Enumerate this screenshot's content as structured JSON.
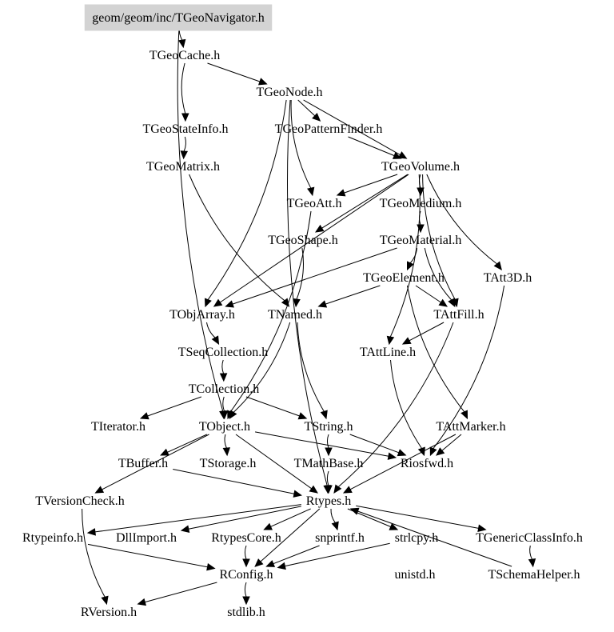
{
  "diagram": {
    "root": "geom/geom/inc/TGeoNavigator.h",
    "nodes": [
      {
        "id": "navigator",
        "label": "geom/geom/inc/TGeoNavigator.h"
      },
      {
        "id": "cache",
        "label": "TGeoCache.h"
      },
      {
        "id": "node",
        "label": "TGeoNode.h"
      },
      {
        "id": "stateinfo",
        "label": "TGeoStateInfo.h"
      },
      {
        "id": "patternfinder",
        "label": "TGeoPatternFinder.h"
      },
      {
        "id": "matrix",
        "label": "TGeoMatrix.h"
      },
      {
        "id": "volume",
        "label": "TGeoVolume.h"
      },
      {
        "id": "att",
        "label": "TGeoAtt.h"
      },
      {
        "id": "medium",
        "label": "TGeoMedium.h"
      },
      {
        "id": "shape",
        "label": "TGeoShape.h"
      },
      {
        "id": "material",
        "label": "TGeoMaterial.h"
      },
      {
        "id": "element",
        "label": "TGeoElement.h"
      },
      {
        "id": "att3d",
        "label": "TAtt3D.h"
      },
      {
        "id": "objarray",
        "label": "TObjArray.h"
      },
      {
        "id": "named",
        "label": "TNamed.h"
      },
      {
        "id": "attfill",
        "label": "TAttFill.h"
      },
      {
        "id": "seqcoll",
        "label": "TSeqCollection.h"
      },
      {
        "id": "attline",
        "label": "TAttLine.h"
      },
      {
        "id": "collection",
        "label": "TCollection.h"
      },
      {
        "id": "iterator",
        "label": "TIterator.h"
      },
      {
        "id": "object",
        "label": "TObject.h"
      },
      {
        "id": "string",
        "label": "TString.h"
      },
      {
        "id": "attmarker",
        "label": "TAttMarker.h"
      },
      {
        "id": "buffer",
        "label": "TBuffer.h"
      },
      {
        "id": "storage",
        "label": "TStorage.h"
      },
      {
        "id": "mathbase",
        "label": "TMathBase.h"
      },
      {
        "id": "riosfwd",
        "label": "Riosfwd.h"
      },
      {
        "id": "versioncheck",
        "label": "TVersionCheck.h"
      },
      {
        "id": "rtypes",
        "label": "Rtypes.h"
      },
      {
        "id": "rtypeinfo",
        "label": "Rtypeinfo.h"
      },
      {
        "id": "dllimport",
        "label": "DllImport.h"
      },
      {
        "id": "rtypescore",
        "label": "RtypesCore.h"
      },
      {
        "id": "snprintf",
        "label": "snprintf.h"
      },
      {
        "id": "strlcpy",
        "label": "strlcpy.h"
      },
      {
        "id": "genericclassinfo",
        "label": "TGenericClassInfo.h"
      },
      {
        "id": "rconfig",
        "label": "RConfig.h"
      },
      {
        "id": "unistd",
        "label": "unistd.h"
      },
      {
        "id": "schemahelper",
        "label": "TSchemaHelper.h"
      },
      {
        "id": "rversion",
        "label": "RVersion.h"
      },
      {
        "id": "stdlib",
        "label": "stdlib.h"
      }
    ],
    "edges": [
      [
        "navigator",
        "cache"
      ],
      [
        "navigator",
        "object"
      ],
      [
        "cache",
        "node"
      ],
      [
        "cache",
        "stateinfo"
      ],
      [
        "node",
        "patternfinder"
      ],
      [
        "node",
        "volume"
      ],
      [
        "node",
        "att"
      ],
      [
        "node",
        "objarray"
      ],
      [
        "node",
        "rtypes"
      ],
      [
        "stateinfo",
        "matrix"
      ],
      [
        "patternfinder",
        "volume"
      ],
      [
        "matrix",
        "named"
      ],
      [
        "volume",
        "att"
      ],
      [
        "volume",
        "medium"
      ],
      [
        "volume",
        "shape"
      ],
      [
        "volume",
        "attline"
      ],
      [
        "volume",
        "attfill"
      ],
      [
        "volume",
        "att3d"
      ],
      [
        "volume",
        "objarray"
      ],
      [
        "att",
        "object"
      ],
      [
        "medium",
        "material"
      ],
      [
        "shape",
        "named"
      ],
      [
        "material",
        "element"
      ],
      [
        "material",
        "attfill"
      ],
      [
        "material",
        "objarray"
      ],
      [
        "element",
        "named"
      ],
      [
        "element",
        "attfill"
      ],
      [
        "element",
        "attmarker"
      ],
      [
        "att3d",
        "riosfwd"
      ],
      [
        "objarray",
        "seqcoll"
      ],
      [
        "named",
        "object"
      ],
      [
        "named",
        "string"
      ],
      [
        "attfill",
        "attline"
      ],
      [
        "attfill",
        "rtypes"
      ],
      [
        "seqcoll",
        "collection"
      ],
      [
        "attline",
        "riosfwd"
      ],
      [
        "collection",
        "iterator"
      ],
      [
        "collection",
        "object"
      ],
      [
        "collection",
        "string"
      ],
      [
        "object",
        "buffer"
      ],
      [
        "object",
        "storage"
      ],
      [
        "object",
        "riosfwd"
      ],
      [
        "object",
        "rtypes"
      ],
      [
        "object",
        "versioncheck"
      ],
      [
        "string",
        "mathbase"
      ],
      [
        "string",
        "riosfwd"
      ],
      [
        "attmarker",
        "riosfwd"
      ],
      [
        "attmarker",
        "rtypes"
      ],
      [
        "mathbase",
        "rtypes"
      ],
      [
        "buffer",
        "rtypes"
      ],
      [
        "versioncheck",
        "rversion"
      ],
      [
        "rtypes",
        "rtypeinfo"
      ],
      [
        "rtypes",
        "dllimport"
      ],
      [
        "rtypes",
        "rtypescore"
      ],
      [
        "rtypes",
        "snprintf"
      ],
      [
        "rtypes",
        "strlcpy"
      ],
      [
        "rtypes",
        "genericclassinfo"
      ],
      [
        "rtypes",
        "rconfig"
      ],
      [
        "rtypeinfo",
        "rconfig"
      ],
      [
        "rtypescore",
        "rconfig"
      ],
      [
        "snprintf",
        "rconfig"
      ],
      [
        "strlcpy",
        "rconfig"
      ],
      [
        "genericclassinfo",
        "schemahelper"
      ],
      [
        "schemahelper",
        "rtypes"
      ],
      [
        "rconfig",
        "rversion"
      ],
      [
        "rconfig",
        "stdlib"
      ]
    ]
  }
}
